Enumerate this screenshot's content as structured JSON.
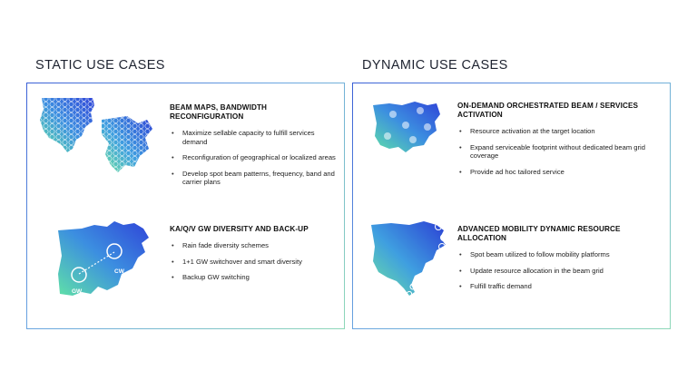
{
  "static": {
    "title": "STATIC USE CASES",
    "cases": [
      {
        "heading": "BEAM MAPS, BANDWIDTH RECONFIGURATION",
        "bullets": [
          "Maximize sellable capacity to fulfill services demand",
          "Reconfiguration of geographical or localized areas",
          "Develop spot beam patterns, frequency, band and carrier plans"
        ]
      },
      {
        "heading": "KA/Q/V GW DIVERSITY AND BACK-UP",
        "bullets": [
          "Rain fade diversity schemes",
          "1+1 GW switchover and smart diversity",
          "Backup GW switching"
        ],
        "map_labels": [
          "CW",
          "GW"
        ]
      }
    ]
  },
  "dynamic": {
    "title": "DYNAMIC USE CASES",
    "cases": [
      {
        "heading": "ON-DEMAND ORCHESTRATED BEAM / SERVICES ACTIVATION",
        "bullets": [
          "Resource activation at the target location",
          "Expand serviceable footprint without dedicated beam grid coverage",
          "Provide ad hoc tailored service"
        ]
      },
      {
        "heading": "ADVANCED MOBILITY DYNAMIC RESOURCE ALLOCATION",
        "bullets": [
          "Spot beam utilized to follow mobility platforms",
          "Update resource allocation in the beam grid",
          "Fulfill traffic demand"
        ]
      }
    ]
  },
  "colors": {
    "gradient_start": "#2f45d8",
    "gradient_mid": "#3c8fe0",
    "gradient_end": "#5fe0a8",
    "panel_border": "#7fb0e0"
  },
  "icons": [
    "hex-grid-map-icon",
    "gateway-map-icon",
    "spot-beam-map-icon",
    "mobility-map-icon"
  ]
}
